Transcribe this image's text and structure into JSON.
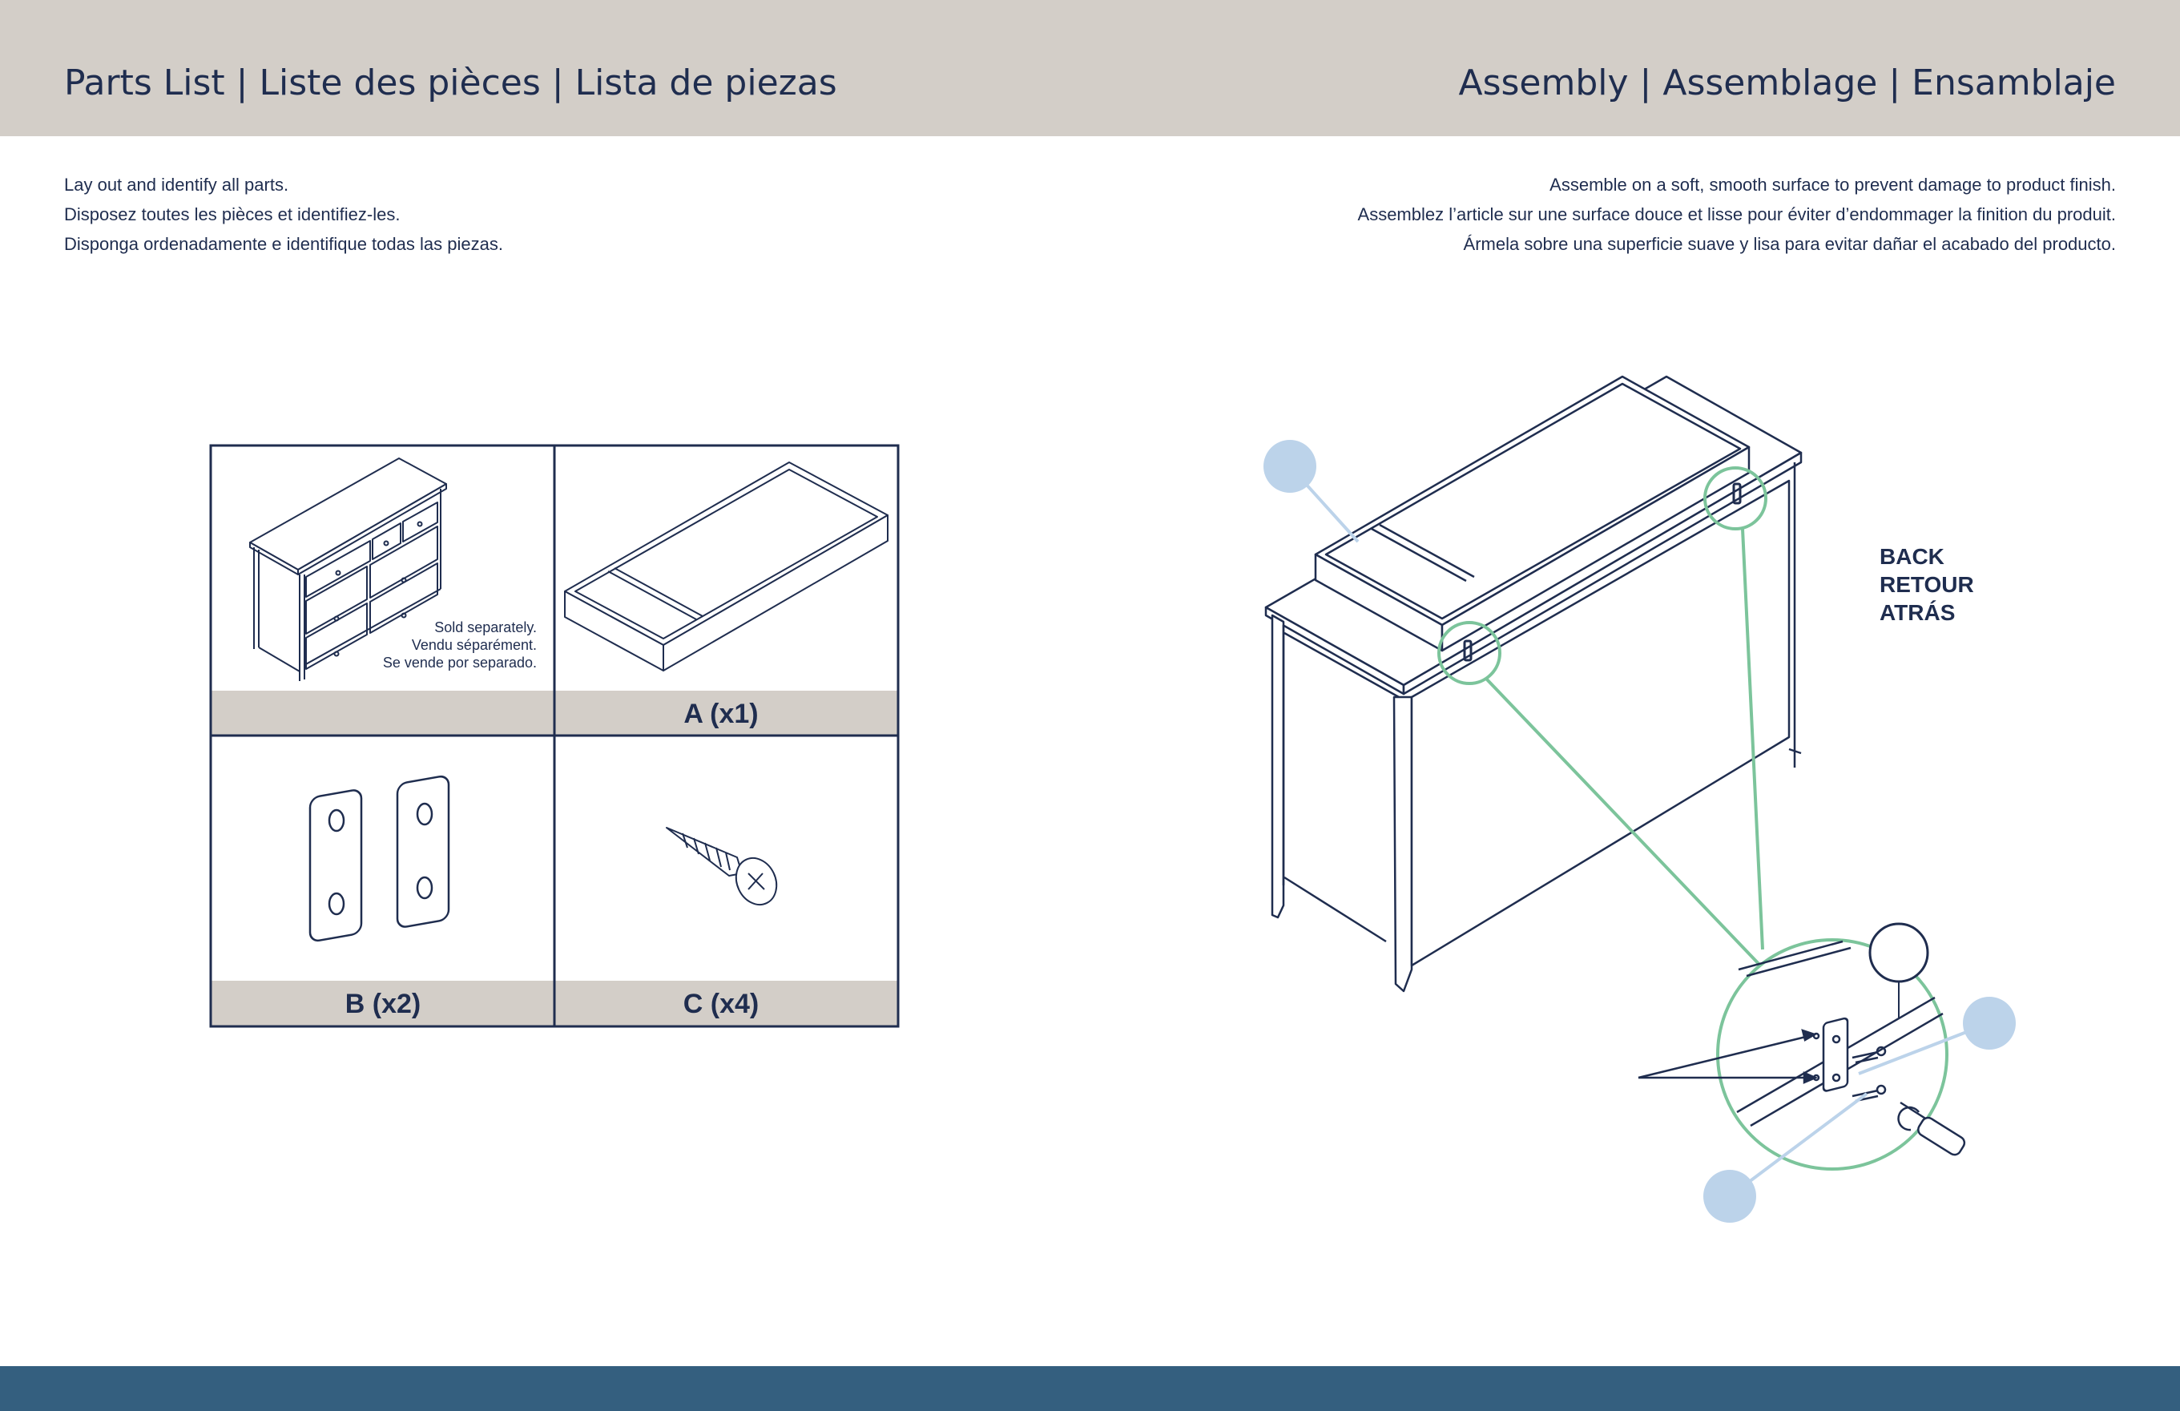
{
  "header": {
    "left_title": "Parts List | Liste des pièces | Lista de piezas",
    "right_title": "Assembly | Assemblage | Ensamblaje"
  },
  "parts_instructions": [
    "Lay out and identify all parts.",
    "Disposez toutes les pièces et identifiez-les.",
    "Disponga ordenadamente e identifique todas las piezas."
  ],
  "assembly_instructions": [
    "Assemble on a soft, smooth surface to prevent damage to product finish.",
    "Assemblez l’article sur une surface douce et lisse pour éviter d’endommager la finition du produit.",
    "Ármela sobre una superficie suave y lisa para evitar dañar el acabado del producto."
  ],
  "parts": {
    "dresser_note": [
      "Sold separately.",
      "Vendu séparément.",
      "Se vende por separado."
    ],
    "part_a_label": "A (x1)",
    "part_b_label": "B (x2)",
    "part_c_label": "C (x4)"
  },
  "assembly": {
    "back_label": [
      "BACK",
      "RETOUR",
      "ATRÁS"
    ]
  },
  "colors": {
    "header_band": "#d3cec8",
    "footer_band": "#345f7f",
    "navy": "#1f2d4f",
    "green_callout": "#7cc49b",
    "blue_callout": "#bcd3ea"
  }
}
